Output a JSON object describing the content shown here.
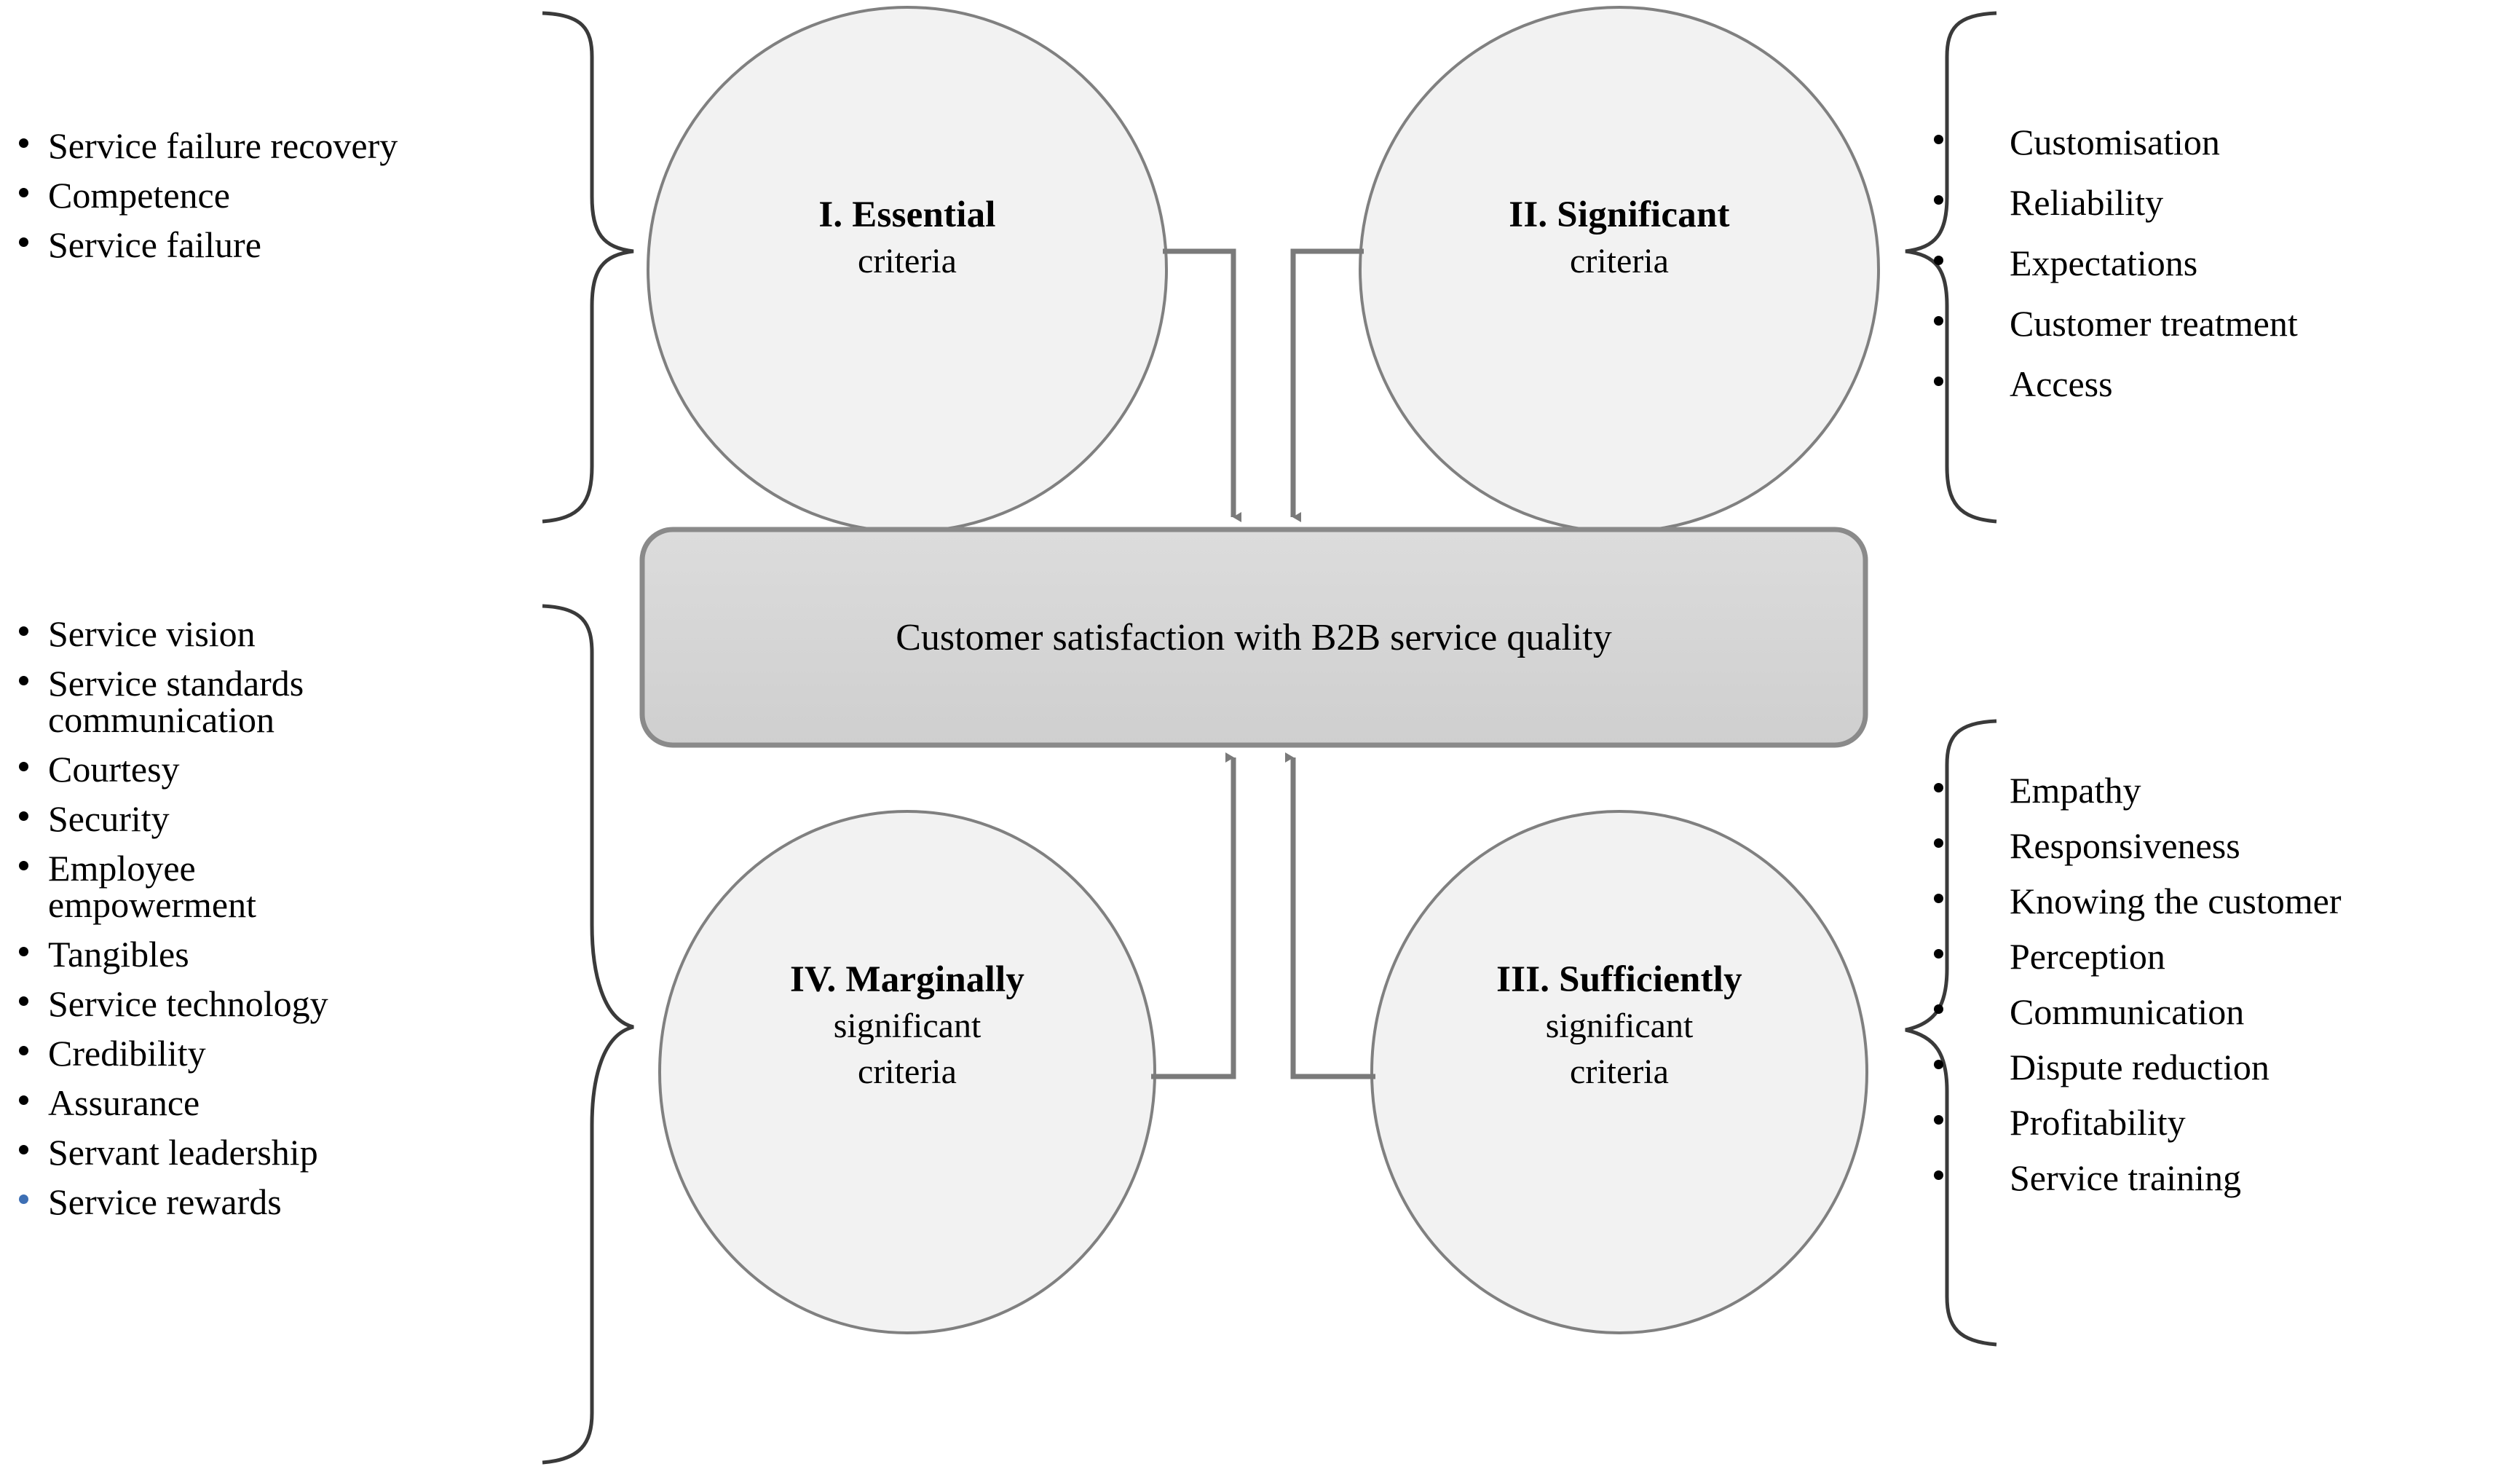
{
  "diagram": {
    "center_box": {
      "text": "Customer satisfaction with B2B service quality",
      "fill": "#d4d4d4",
      "border": "#8a8a8a"
    },
    "circles": [
      {
        "id": "I",
        "title": "I. Essential",
        "subtitle": "criteria",
        "fill": "#f2f2f2",
        "stroke": "#808080"
      },
      {
        "id": "II",
        "title": "II. Significant",
        "subtitle": "criteria",
        "fill": "#f2f2f2",
        "stroke": "#808080"
      },
      {
        "id": "III",
        "title": "III. Sufficiently",
        "subtitle": "significant\ncriteria",
        "fill": "#f2f2f2",
        "stroke": "#808080"
      },
      {
        "id": "IV",
        "title": "IV. Marginally",
        "subtitle": "significant\ncriteria",
        "fill": "#f2f2f2",
        "stroke": "#808080"
      }
    ],
    "connector_color": "#7a7a7a",
    "brace_color": "#3a3a3a",
    "lists": {
      "top_left": {
        "items": [
          {
            "label": "Service failure recovery",
            "bullet_color": "#000000"
          },
          {
            "label": "Competence",
            "bullet_color": "#000000"
          },
          {
            "label": "Service failure",
            "bullet_color": "#000000"
          }
        ]
      },
      "top_right": {
        "items": [
          {
            "label": "Customisation",
            "bullet_color": "#000000"
          },
          {
            "label": "Reliability",
            "bullet_color": "#000000"
          },
          {
            "label": "Expectations",
            "bullet_color": "#000000"
          },
          {
            "label": "Customer treatment",
            "bullet_color": "#000000"
          },
          {
            "label": "Access",
            "bullet_color": "#000000"
          }
        ]
      },
      "bottom_left": {
        "items": [
          {
            "label": "Service vision",
            "bullet_color": "#000000"
          },
          {
            "label": "Service standards\ncommunication",
            "bullet_color": "#000000"
          },
          {
            "label": "Courtesy",
            "bullet_color": "#000000"
          },
          {
            "label": "Security",
            "bullet_color": "#000000"
          },
          {
            "label": "Employee\nempowerment",
            "bullet_color": "#000000"
          },
          {
            "label": "Tangibles",
            "bullet_color": "#000000"
          },
          {
            "label": "Service technology",
            "bullet_color": "#000000"
          },
          {
            "label": "Credibility",
            "bullet_color": "#000000"
          },
          {
            "label": "Assurance",
            "bullet_color": "#000000"
          },
          {
            "label": "Servant leadership",
            "bullet_color": "#000000"
          },
          {
            "label": "Service rewards",
            "bullet_color": "#3d6fb4"
          }
        ]
      },
      "bottom_right": {
        "items": [
          {
            "label": "Empathy",
            "bullet_color": "#000000"
          },
          {
            "label": "Responsiveness",
            "bullet_color": "#000000"
          },
          {
            "label": "Knowing the customer",
            "bullet_color": "#000000"
          },
          {
            "label": "Perception",
            "bullet_color": "#000000"
          },
          {
            "label": "Communication",
            "bullet_color": "#000000"
          },
          {
            "label": "Dispute reduction",
            "bullet_color": "#000000"
          },
          {
            "label": "Profitability",
            "bullet_color": "#000000"
          },
          {
            "label": "Service training",
            "bullet_color": "#000000"
          }
        ]
      }
    }
  }
}
